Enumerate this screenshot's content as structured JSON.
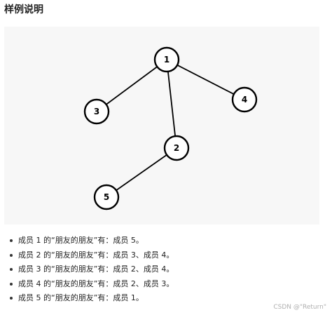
{
  "heading": "样例说明",
  "graph": {
    "nodes": [
      {
        "id": "1",
        "label": "1"
      },
      {
        "id": "2",
        "label": "2"
      },
      {
        "id": "3",
        "label": "3"
      },
      {
        "id": "4",
        "label": "4"
      },
      {
        "id": "5",
        "label": "5"
      }
    ],
    "edges": [
      {
        "from": "1",
        "to": "3"
      },
      {
        "from": "1",
        "to": "4"
      },
      {
        "from": "1",
        "to": "2"
      },
      {
        "from": "2",
        "to": "5"
      }
    ]
  },
  "explanations": [
    "成员 1 的“朋友的朋友”有：成员 5。",
    "成员 2 的“朋友的朋友”有：成员 3、成员 4。",
    "成员 3 的“朋友的朋友”有：成员 2、成员 4。",
    "成员 4 的“朋友的朋友”有：成员 2、成员 3。",
    "成员 5 的“朋友的朋友”有：成员 1。"
  ],
  "watermark": "CSDN @\"Return\""
}
